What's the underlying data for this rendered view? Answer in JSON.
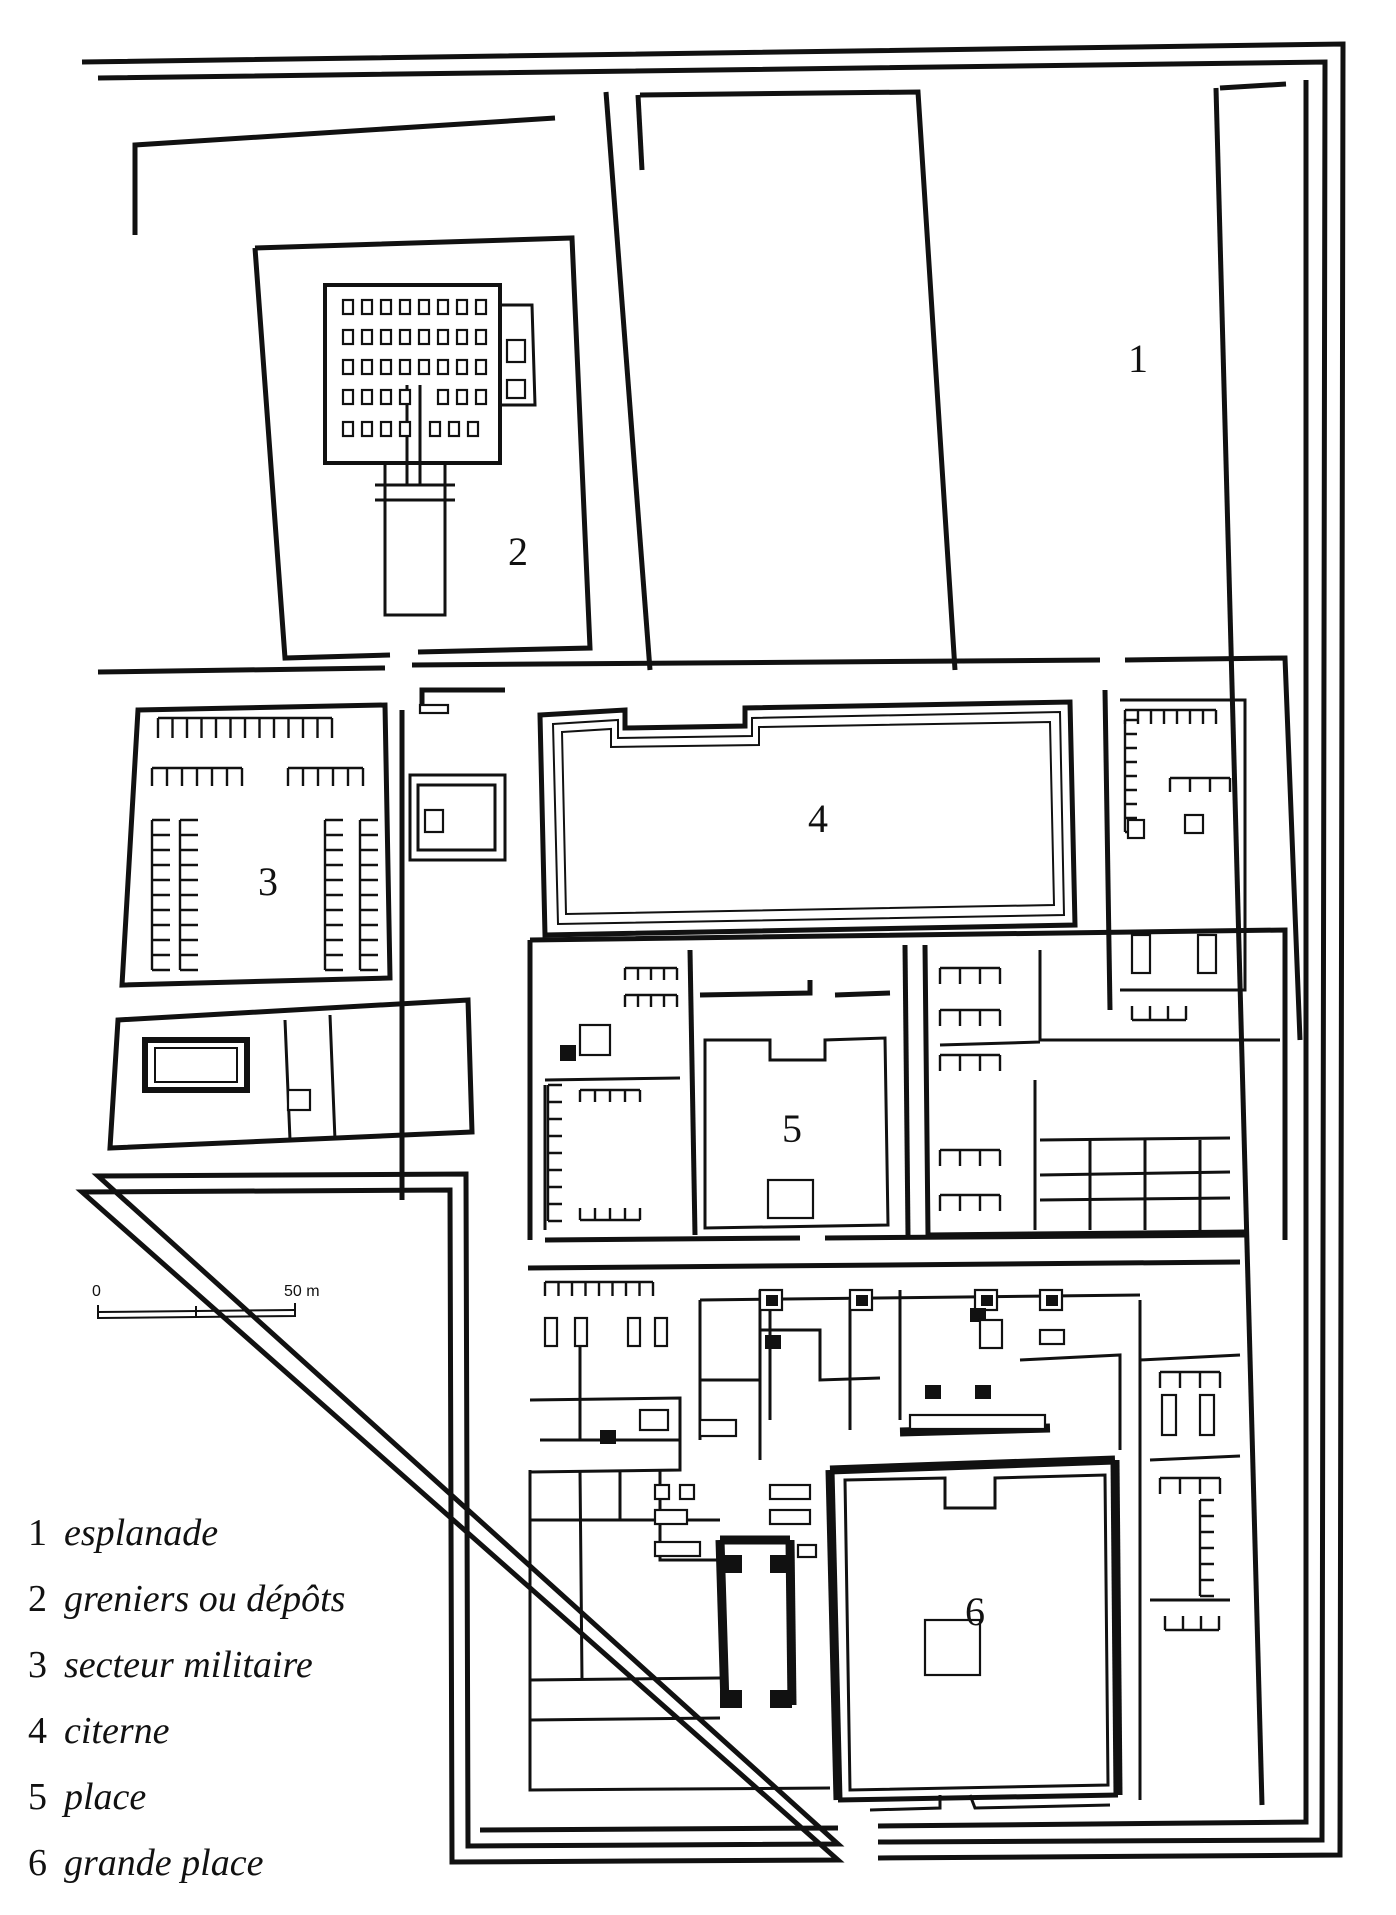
{
  "zones": [
    {
      "number": "1",
      "label": "esplanade"
    },
    {
      "number": "2",
      "label": "greniers ou dépôts"
    },
    {
      "number": "3",
      "label": "secteur militaire"
    },
    {
      "number": "4",
      "label": "citerne"
    },
    {
      "number": "5",
      "label": "place"
    },
    {
      "number": "6",
      "label": "grande place"
    }
  ],
  "scale": {
    "start_label": "0",
    "end_label": "50 m"
  }
}
